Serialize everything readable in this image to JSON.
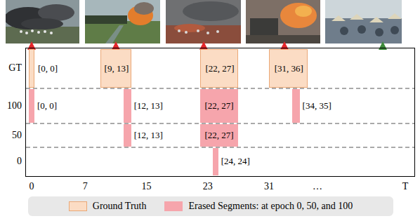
{
  "diagram": {
    "nodes": [
      {
        "text": [
          "[0, 0]"
        ]
      },
      {
        "text": [
          "[9, 13]"
        ]
      },
      {
        "text": [
          "[22, 27]"
        ]
      },
      {
        "text": [
          "[31, 36]"
        ]
      },
      {
        "text": [
          "[0, 0]"
        ]
      },
      {
        "text": [
          "[12, 13]"
        ]
      },
      {
        "text": [
          "[22, 27]"
        ]
      },
      {
        "text": [
          "[34, 35]"
        ]
      },
      {
        "text": [
          "[12, 13]"
        ]
      },
      {
        "text": [
          "[22, 27]"
        ]
      },
      {
        "text": [
          "[24, 24]"
        ]
      }
    ],
    "labels": [
      "GT",
      "100",
      "50",
      "0",
      "0",
      "7",
      "15",
      "23",
      "31",
      "…",
      "T"
    ],
    "legend": [
      {
        "text": "Ground Truth",
        "color": "#fbdcc4"
      },
      {
        "text": "Erased Segments: at epoch 0, 50, and 100",
        "color": "#f6a5ac"
      }
    ]
  }
}
